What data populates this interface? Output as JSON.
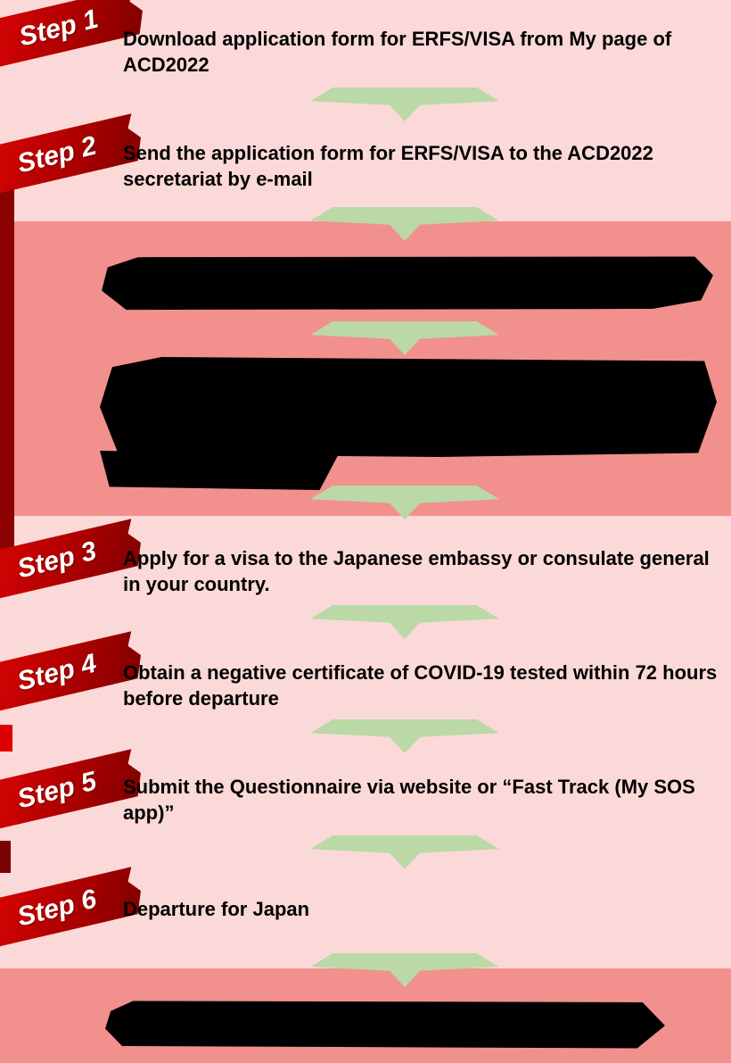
{
  "title": "Visa / entry application step flow for ACD2022",
  "colors": {
    "background": "#FBD9D8",
    "band": "#F2908E",
    "ribbon": "#C40000",
    "arrow": "#BAD9A6",
    "text": "#000000"
  },
  "steps": [
    {
      "label": "Step 1",
      "text": "Download application form for ERFS/VISA from My page of ACD2022"
    },
    {
      "label": "Step 2",
      "text": "Send the application form for ERFS/VISA to the ACD2022 secretariat by e-mail"
    },
    {
      "label": "Step 3",
      "text": "Apply for a visa to the Japanese embassy or consulate general in your country."
    },
    {
      "label": "Step 4",
      "text": "Obtain a negative certificate of COVID-19 tested within 72 hours before departure"
    },
    {
      "label": "Step 5",
      "text": "Submit the Questionnaire via website or “Fast Track (My SOS app)”"
    },
    {
      "label": "Step 6",
      "text": "Departure for Japan"
    }
  ],
  "redacted_sections": [
    {
      "location": "top-band-upper-block",
      "note": "text blacked out / unreadable"
    },
    {
      "location": "top-band-lower-block",
      "note": "text blacked out / unreadable"
    },
    {
      "location": "bottom-band-block",
      "note": "text blacked out / unreadable"
    }
  ]
}
